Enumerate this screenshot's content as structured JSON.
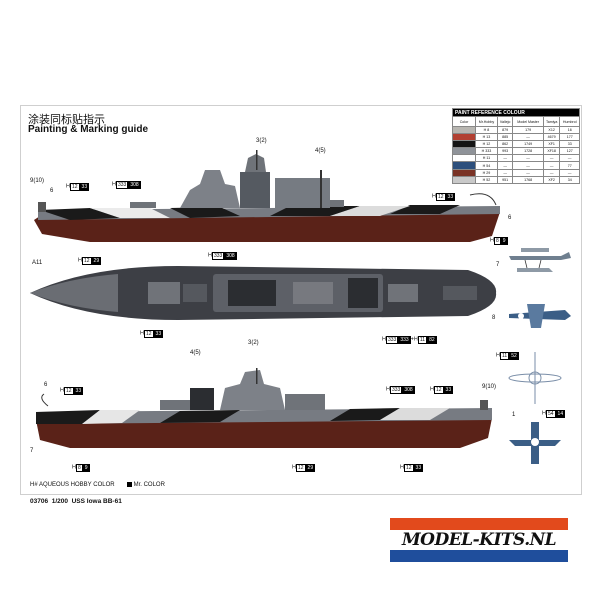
{
  "guide": {
    "title_zh": "涂装同标贴指示",
    "title_en": "Painting & Marking guide"
  },
  "paint_reference": {
    "title": "PAINT REFERENCE COLOUR",
    "columns": [
      "Color",
      "Mr.Hobby",
      "Vallejo",
      "Model Master",
      "Tamiya",
      "Humbrol"
    ],
    "rows": [
      {
        "code": "H",
        "num": "8",
        "val": [
          "879",
          "179",
          "X12",
          "16"
        ],
        "color": "#b8b6b1"
      },
      {
        "code": "H",
        "num": "13",
        "val": [
          "885",
          "—",
          "4679",
          "177"
        ],
        "color": "#b24032"
      },
      {
        "code": "H",
        "num": "12",
        "val": [
          "862",
          "1749",
          "XF1",
          "33"
        ],
        "color": "#141414"
      },
      {
        "code": "H",
        "num": "333",
        "val": [
          "993",
          "1728",
          "XF18",
          "127"
        ],
        "color": "#8f9399"
      },
      {
        "code": "H",
        "num": "11",
        "val": [
          "—",
          "—",
          "—",
          "—"
        ],
        "color": "#ffffff"
      },
      {
        "code": "H",
        "num": "54",
        "val": [
          "—",
          "—",
          "—",
          "77"
        ],
        "color": "#2d4f7c"
      },
      {
        "code": "H",
        "num": "29",
        "val": [
          "—",
          "—",
          "—",
          "—"
        ],
        "color": "#7a3326"
      },
      {
        "code": "H",
        "num": "52",
        "val": [
          "951",
          "1768",
          "XF2",
          "34"
        ],
        "color": "#c9c9c9"
      }
    ]
  },
  "callouts": {
    "c_3_2_top": "3(2)",
    "c_4_5_top": "4(5)",
    "c_9_10_top": "9(10)",
    "c_6_top_left": "6",
    "c_h12_33_a": {
      "h": "H",
      "num": "12",
      "tag": "33"
    },
    "c_h333_308_a": {
      "h": "H",
      "num": "333",
      "tag": "308"
    },
    "c_h12_33_b": {
      "h": "H",
      "num": "12",
      "tag": "33"
    },
    "c_6_right": "6",
    "c_h8_9": {
      "h": "H",
      "num": "8",
      "tag": "9"
    },
    "c_a11": "A11",
    "c_h12_29": {
      "h": "H",
      "num": "12",
      "tag": "29"
    },
    "c_h333_308_b": {
      "h": "H",
      "num": "333",
      "tag": "308"
    },
    "c_7": "7",
    "c_8": "8",
    "c_h12_33_c": {
      "h": "H",
      "num": "12",
      "tag": "33"
    },
    "c_h333_plus_h11": {
      "h": "H",
      "num": "333",
      "tag": "333",
      "plus": "+H",
      "num2": "11",
      "tag2": "82"
    },
    "c_h11_52": {
      "h": "H",
      "num": "11",
      "tag": "52"
    },
    "c_4_5_bottom": "4(5)",
    "c_3_2_bottom": "3(2)",
    "c_6_bottom": "6",
    "c_h12_33_d": {
      "h": "H",
      "num": "12",
      "tag": "33"
    },
    "c_h333_308_c": {
      "h": "H",
      "num": "333",
      "tag": "308"
    },
    "c_h12_33_e": {
      "h": "H",
      "num": "12",
      "tag": "33"
    },
    "c_9_10_bottom": "9(10)",
    "c_1": "1",
    "c_h54_14": {
      "h": "H",
      "num": "54",
      "tag": "14"
    },
    "c_7_bottom": "7",
    "c_h8_9_bottom": {
      "h": "H",
      "num": "8",
      "tag": "9"
    },
    "c_h12_29_bottom": {
      "h": "H",
      "num": "12",
      "tag": "29"
    },
    "c_h12_33_f": {
      "h": "H",
      "num": "12",
      "tag": "33"
    }
  },
  "legend": {
    "aqueous": "H# AQUEOUS HOBBY COLOR",
    "mr_color": "Mr. COLOR"
  },
  "footer": {
    "code": "03706",
    "scale": "1/200",
    "name": "USS Iowa BB-61"
  },
  "logo": {
    "text": "MODEL-KITS.NL",
    "colors": {
      "top": "#e24a1c",
      "mid": "#ffffff",
      "bottom": "#1f4e9c"
    }
  }
}
